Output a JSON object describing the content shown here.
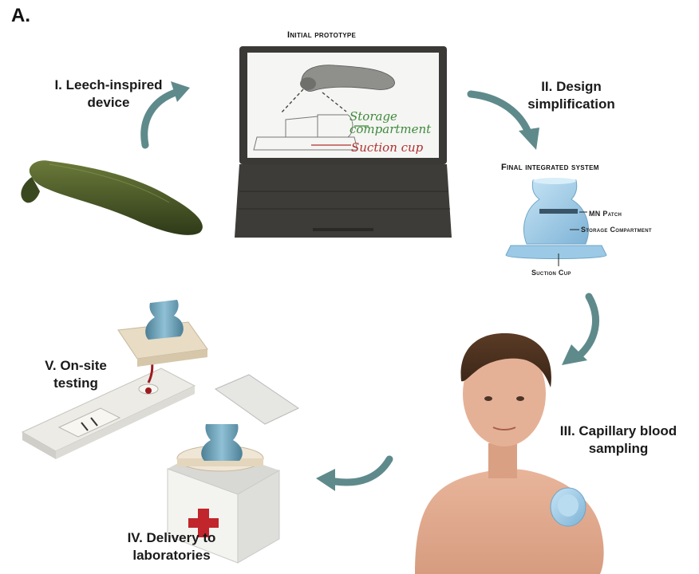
{
  "panel_label": "A.",
  "steps": {
    "s1": "I. Leech-inspired device",
    "s2": "II.  Design simplification",
    "s3": "III. Capillary blood sampling",
    "s4": "IV. Delivery to laboratories",
    "s5": "V. On-site testing"
  },
  "prototype": {
    "title": "Initial prototype",
    "storage_label": "Storage compartment",
    "suction_label": "Suction cup"
  },
  "final_system": {
    "title": "Final integrated system",
    "mn_patch": "MN Patch",
    "storage": "Storage Compartment",
    "suction_cup": "Suction Cup"
  },
  "colors": {
    "arrow": "#5f8a8b",
    "leech": "#4a5a2a",
    "device_blue": "#8ec3e3",
    "laptop": "#3b3936",
    "cross": "#c0262b"
  }
}
